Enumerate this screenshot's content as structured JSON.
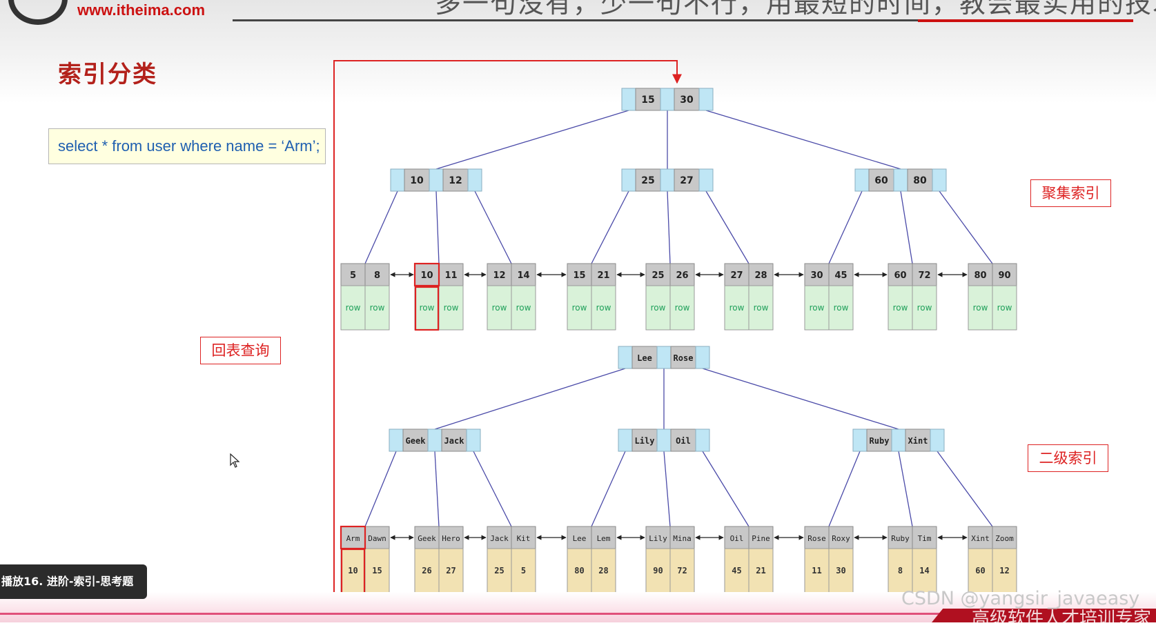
{
  "header": {
    "site": "www.itheima.com",
    "slogan": "多一句没有，少一句不行，用最短的时间，教会最实用的技术！"
  },
  "slide": {
    "title": "索引分类",
    "sql": "select * from user where name = ‘Arm’;"
  },
  "labels": {
    "clustered": "聚集索引",
    "secondary": "二级索引",
    "lookup": "回表查询"
  },
  "clustered_tree": {
    "root": [
      "15",
      "30"
    ],
    "internal": [
      [
        "10",
        "12"
      ],
      [
        "25",
        "27"
      ],
      [
        "60",
        "80"
      ]
    ],
    "leaves": [
      [
        "5",
        "8"
      ],
      [
        "10",
        "11"
      ],
      [
        "12",
        "14"
      ],
      [
        "15",
        "21"
      ],
      [
        "25",
        "26"
      ],
      [
        "27",
        "28"
      ],
      [
        "30",
        "45"
      ],
      [
        "60",
        "72"
      ],
      [
        "80",
        "90"
      ]
    ],
    "row_label": "row"
  },
  "secondary_tree": {
    "root": [
      "Lee",
      "Rose"
    ],
    "internal": [
      [
        "Geek",
        "Jack"
      ],
      [
        "Lily",
        "Oil"
      ],
      [
        "Ruby",
        "Xint"
      ]
    ],
    "leaves": [
      [
        "Arm",
        "Dawn"
      ],
      [
        "Geek",
        "Hero"
      ],
      [
        "Jack",
        "Kit"
      ],
      [
        "Lee",
        "Lem"
      ],
      [
        "Lily",
        "Mina"
      ],
      [
        "Oil",
        "Pine"
      ],
      [
        "Rose",
        "Roxy"
      ],
      [
        "Ruby",
        "Tim"
      ],
      [
        "Xint",
        "Zoom"
      ]
    ],
    "leaf_ids": [
      [
        "10",
        "15"
      ],
      [
        "26",
        "27"
      ],
      [
        "25",
        "5"
      ],
      [
        "80",
        "28"
      ],
      [
        "90",
        "72"
      ],
      [
        "45",
        "21"
      ],
      [
        "11",
        "30"
      ],
      [
        "8",
        "14"
      ],
      [
        "60",
        "12"
      ]
    ]
  },
  "colors": {
    "key_fill": "#c8c8c8",
    "pointer_fill": "#bfe6f5",
    "row_fill": "#d9f2d9",
    "row_text": "#1fa05a",
    "id_fill": "#f2e2b3",
    "edge": "#4a4aa8",
    "highlight": "#dd2222"
  },
  "footer": {
    "video_label": "播放16. 进阶-索引-思考题",
    "watermark": "CSDN @yangsir_javaeasy",
    "slogan": "高级软件人才培训专家"
  }
}
